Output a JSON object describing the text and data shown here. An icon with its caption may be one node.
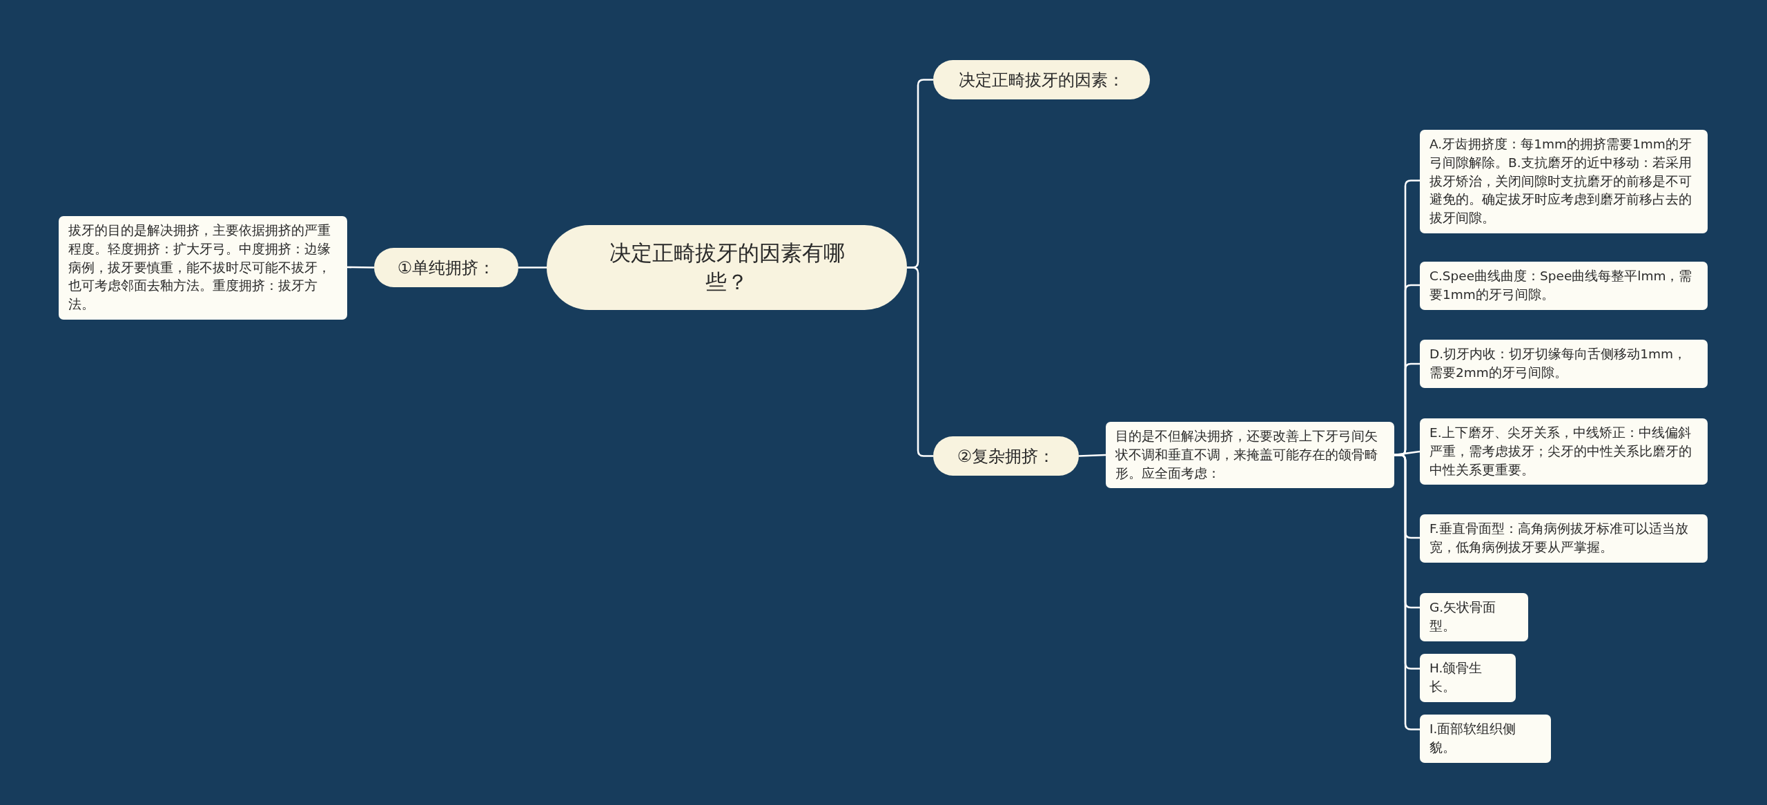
{
  "diagram": {
    "nodes": [
      {
        "text": [
          "决定正畸拔牙的因素有哪些？"
        ]
      },
      {
        "text": [
          "决定正畸拔牙的因素："
        ]
      },
      {
        "text": [
          "①单纯拥挤："
        ]
      },
      {
        "text": [
          "拔牙的目的是解决拥挤，主要依据拥挤的严重程度。轻度拥挤：扩大牙弓。中度拥挤：边缘病例，拔牙要慎重，能不拔时尽可能不拔牙，也可考虑邻面去釉方法。重度拥挤：拔牙方法。"
        ]
      },
      {
        "text": [
          "②复杂拥挤："
        ]
      },
      {
        "text": [
          "目的是不但解决拥挤，还要改善上下牙弓间矢状不调和垂直不调，来掩盖可能存在的颌骨畸形。应全面考虑："
        ]
      },
      {
        "text": [
          "A.牙齿拥挤度：每1mm的拥挤需要1mm的牙弓间隙解除。B.支抗磨牙的近中移动：若采用拔牙矫治，关闭间隙时支抗磨牙的前移是不可避免的。确定拔牙时应考虑到磨牙前移占去的拔牙间隙。"
        ]
      },
      {
        "text": [
          "C.Spee曲线曲度：Spee曲线每整平lmm，需要1mm的牙弓间隙。"
        ]
      },
      {
        "text": [
          "D.切牙内收：切牙切缘每向舌侧移动1mm，需要2mm的牙弓间隙。"
        ]
      },
      {
        "text": [
          "E.上下磨牙、尖牙关系，中线矫正：中线偏斜严重，需考虑拔牙；尖牙的中性关系比磨牙的中性关系更重要。"
        ]
      },
      {
        "text": [
          "F.垂直骨面型：高角病例拔牙标准可以适当放宽，低角病例拔牙要从严掌握。"
        ]
      },
      {
        "text": [
          "G.矢状骨面型。"
        ]
      },
      {
        "text": [
          "H.颌骨生长。"
        ]
      },
      {
        "text": [
          "I.面部软组织侧貌。"
        ]
      }
    ],
    "edges": [
      {
        "from": 0,
        "to": 1,
        "arrow": "none"
      },
      {
        "from": 0,
        "to": 2,
        "arrow": "none"
      },
      {
        "from": 2,
        "to": 3,
        "arrow": "none"
      },
      {
        "from": 0,
        "to": 4,
        "arrow": "none"
      },
      {
        "from": 4,
        "to": 5,
        "arrow": "none"
      },
      {
        "from": 5,
        "to": 6,
        "arrow": "none"
      },
      {
        "from": 5,
        "to": 7,
        "arrow": "none"
      },
      {
        "from": 5,
        "to": 8,
        "arrow": "none"
      },
      {
        "from": 5,
        "to": 9,
        "arrow": "none"
      },
      {
        "from": 5,
        "to": 10,
        "arrow": "none"
      },
      {
        "from": 5,
        "to": 11,
        "arrow": "none"
      },
      {
        "from": 5,
        "to": 12,
        "arrow": "none"
      },
      {
        "from": 5,
        "to": 13,
        "arrow": "none"
      }
    ]
  }
}
